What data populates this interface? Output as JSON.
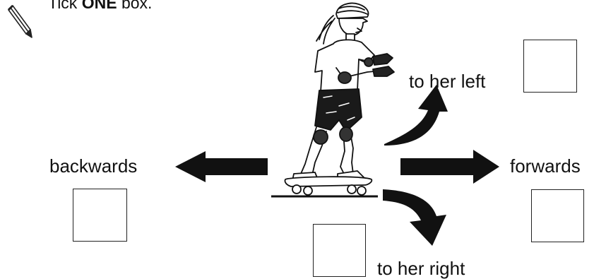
{
  "instruction": {
    "prefix": "Tick",
    "emphasis": "ONE",
    "suffix": "box."
  },
  "options": {
    "left": "to her left",
    "backwards": "backwards",
    "forwards": "forwards",
    "right": "to her right"
  },
  "icons": {
    "pencil": "pencil-icon"
  }
}
